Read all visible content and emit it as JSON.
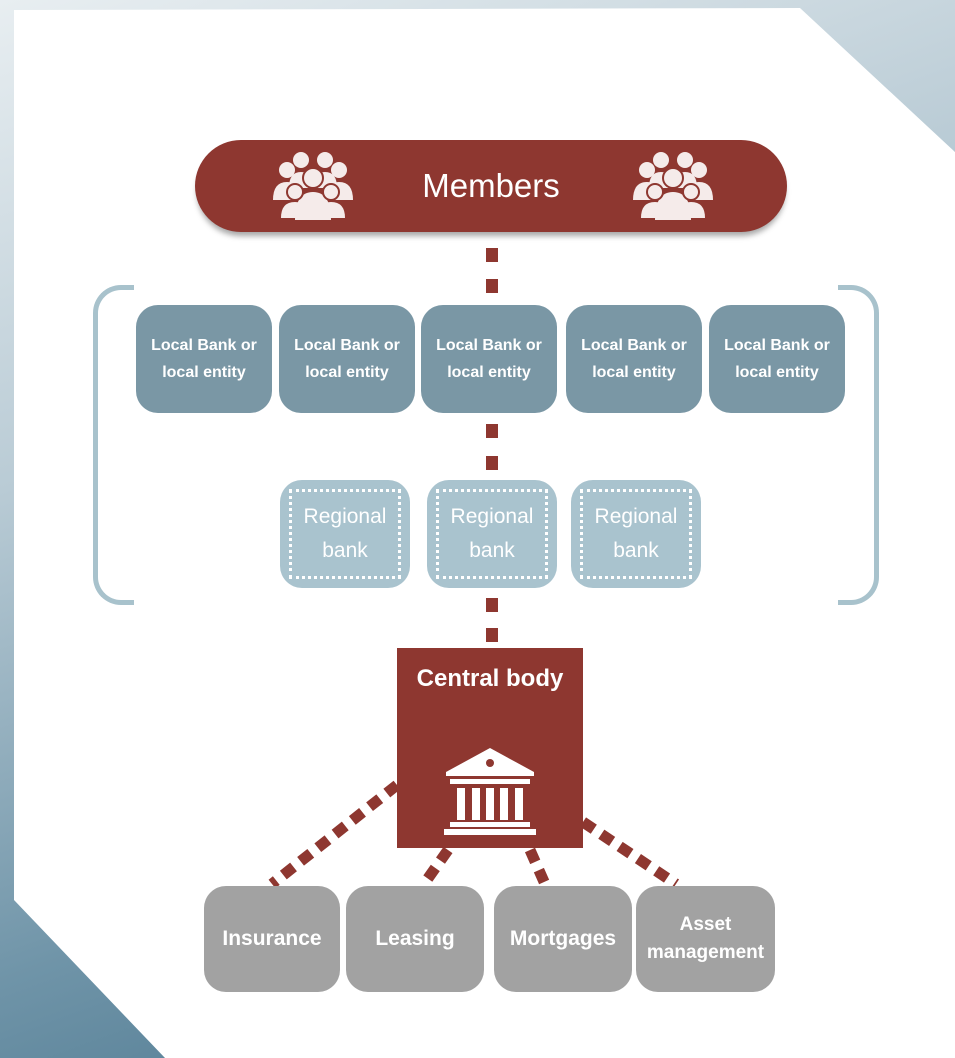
{
  "members": {
    "label": "Members",
    "icon": "people-group-icon"
  },
  "local_entities": [
    "Local Bank or local entity",
    "Local Bank or local entity",
    "Local Bank or local entity",
    "Local Bank or local entity",
    "Local Bank or local entity"
  ],
  "regional_banks": [
    "Regional bank",
    "Regional bank",
    "Regional bank"
  ],
  "central_body": {
    "label": "Central body",
    "icon": "bank-building-icon"
  },
  "subsidiaries": [
    "Insurance",
    "Leasing",
    "Mortgages",
    "Asset management"
  ],
  "colors": {
    "members": "#8e3730",
    "central": "#8e3730",
    "connector": "#8e3730",
    "local": "#7a97a5",
    "regional": "#a9c3ce",
    "bracket": "#a8c2cc",
    "subsidiary": "#a2a2a2"
  }
}
